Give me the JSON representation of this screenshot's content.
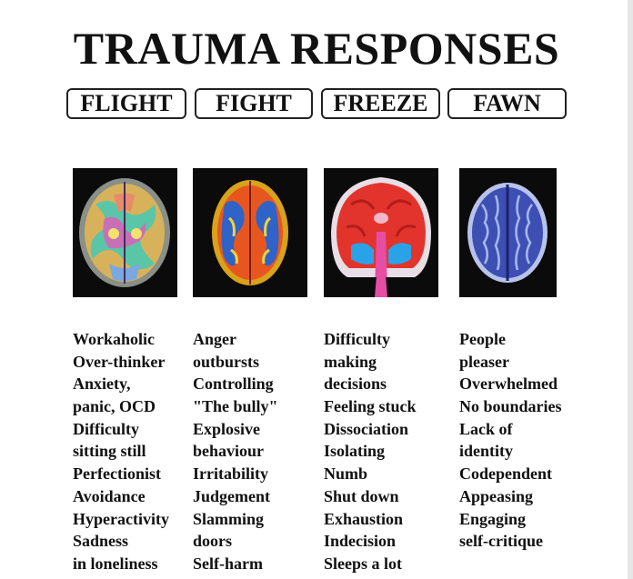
{
  "title": "TRAUMA RESPONSES",
  "categories": [
    {
      "label": "FLIGHT",
      "image": "brain-scan-axial-colorful-icon"
    },
    {
      "label": "FIGHT",
      "image": "brain-scan-axial-heat-icon"
    },
    {
      "label": "FREEZE",
      "image": "brain-scan-coronal-red-icon"
    },
    {
      "label": "FAWN",
      "image": "brain-scan-axial-blue-icon"
    }
  ],
  "columns": [
    [
      "Workaholic",
      "Over-thinker",
      "Anxiety,",
      "panic, OCD",
      "Difficulty",
      "sitting still",
      "Perfectionist",
      "Avoidance",
      "Hyperactivity",
      "Sadness",
      "in loneliness"
    ],
    [
      "Anger",
      "outbursts",
      "Controlling",
      "\"The bully\"",
      "Explosive",
      "behaviour",
      "Irritability",
      "Judgement",
      "Slamming",
      "doors",
      "Self-harm"
    ],
    [
      "Difficulty",
      "making",
      "decisions",
      "Feeling stuck",
      "Dissociation",
      "Isolating",
      "Numb",
      "Shut down",
      "Exhaustion",
      "Indecision",
      "Sleeps a lot"
    ],
    [
      "People",
      "pleaser",
      "Overwhelmed",
      "No boundaries",
      "Lack of",
      "identity",
      "Codependent",
      "Appeasing",
      "Engaging",
      "self-critique"
    ]
  ],
  "colors": {
    "text": "#111111",
    "scan_background": "#0b0b0b",
    "border": "#222222"
  }
}
